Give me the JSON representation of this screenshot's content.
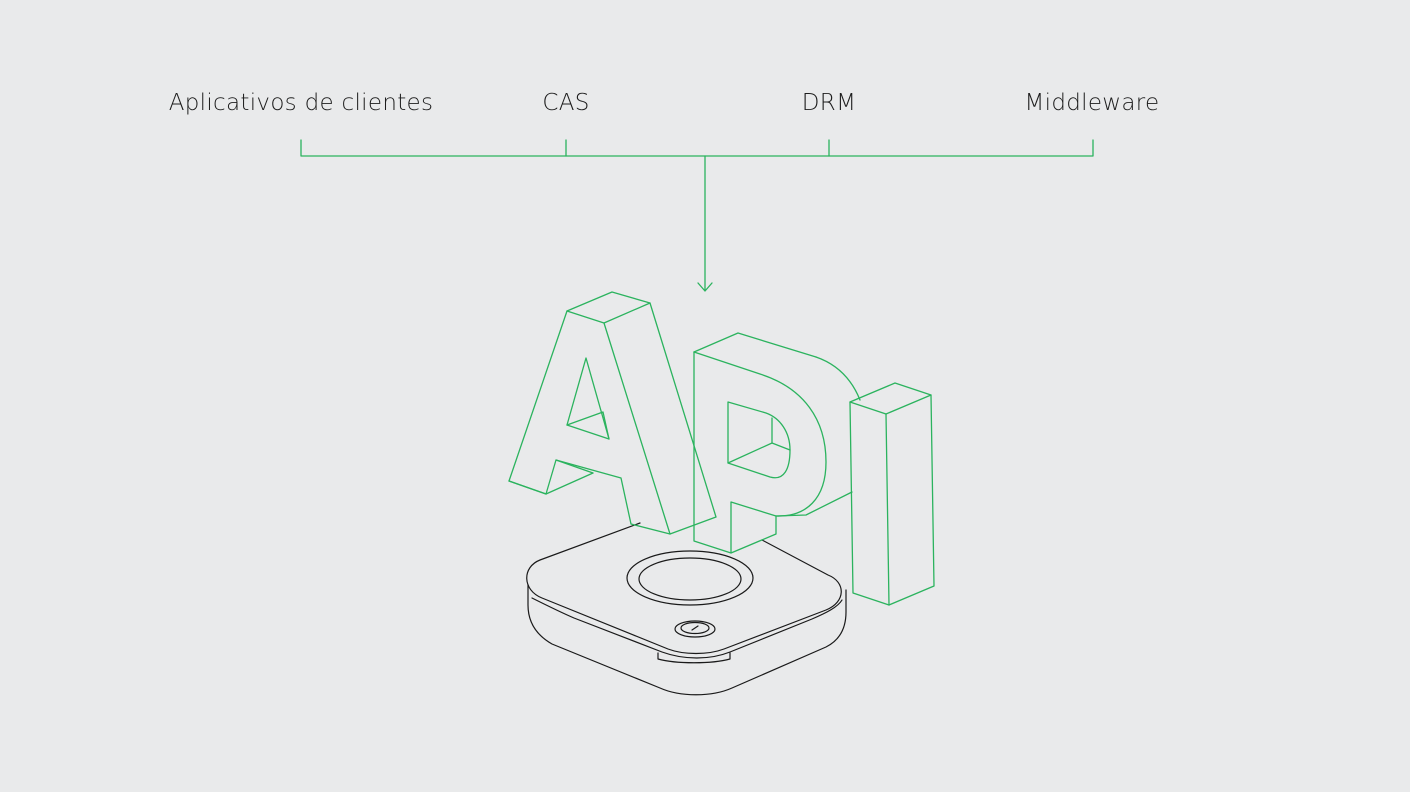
{
  "diagram": {
    "sources": [
      {
        "label": "Aplicativos de clientes"
      },
      {
        "label": "CAS"
      },
      {
        "label": "DRM"
      },
      {
        "label": "Middleware"
      }
    ],
    "target": {
      "text": "API",
      "device": "set-top-box"
    },
    "colors": {
      "accent": "#2bb35e",
      "background": "#e9eaeb",
      "ink": "#1a1a1a"
    }
  }
}
